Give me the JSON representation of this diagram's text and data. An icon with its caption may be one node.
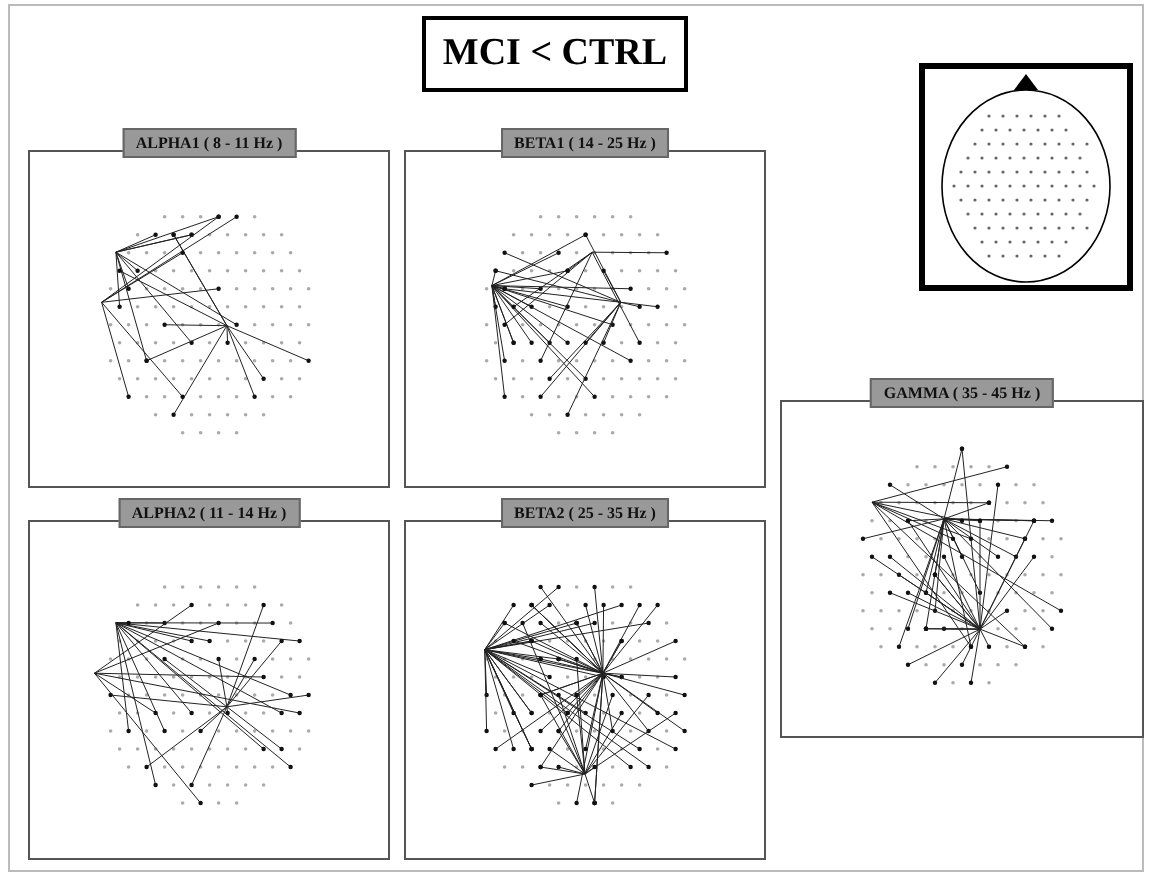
{
  "diagram": {
    "title": "MCI < CTRL",
    "nodes": [
      {
        "text": [
          "ALPHA1 ( 8 - 11 Hz )"
        ]
      },
      {
        "text": [
          "BETA1 ( 14 - 25 Hz )"
        ]
      },
      {
        "text": [
          "GAMMA ( 35 - 45 Hz )"
        ]
      },
      {
        "text": [
          "ALPHA2 ( 11 - 14 Hz )"
        ]
      },
      {
        "text": [
          "BETA2 ( 25 - 35 Hz )"
        ]
      }
    ],
    "edges": []
  }
}
